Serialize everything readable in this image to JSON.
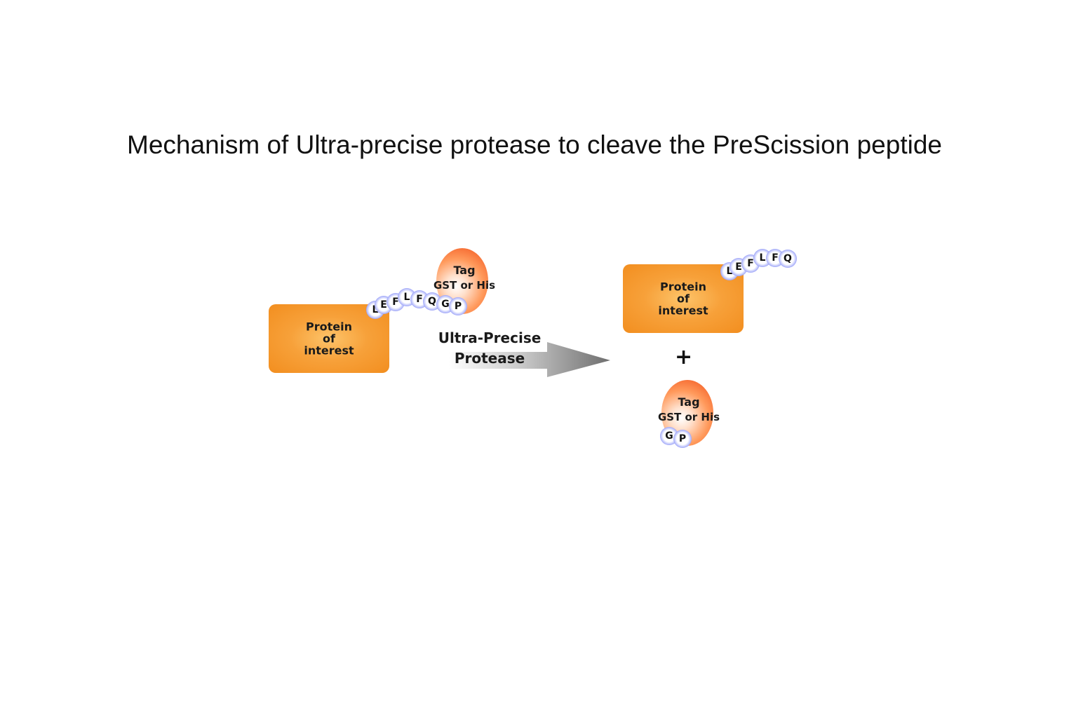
{
  "title": "Mechanism of Ultra-precise protease to cleave the PreScission peptide",
  "before": {
    "protein_label": [
      "Protein",
      "of",
      "interest"
    ],
    "tag_label": [
      "Tag",
      "GST or His"
    ],
    "peptide_residues": [
      "L",
      "E",
      "F",
      "L",
      "F",
      "Q",
      "G",
      "P"
    ]
  },
  "process": {
    "label_line1": "Ultra-Precise",
    "label_line2": "Protease"
  },
  "after": {
    "protein_label": [
      "Protein",
      "of",
      "interest"
    ],
    "protein_peptide_residues": [
      "L",
      "E",
      "F",
      "L",
      "F",
      "Q"
    ],
    "plus": "+",
    "tag_label": [
      "Tag",
      "GST or His"
    ],
    "tag_peptide_residues": [
      "G",
      "P"
    ]
  },
  "colors": {
    "protein_box": "#f7a13a",
    "tag": "#f04a14",
    "bead_rim": "#3c45e6"
  }
}
